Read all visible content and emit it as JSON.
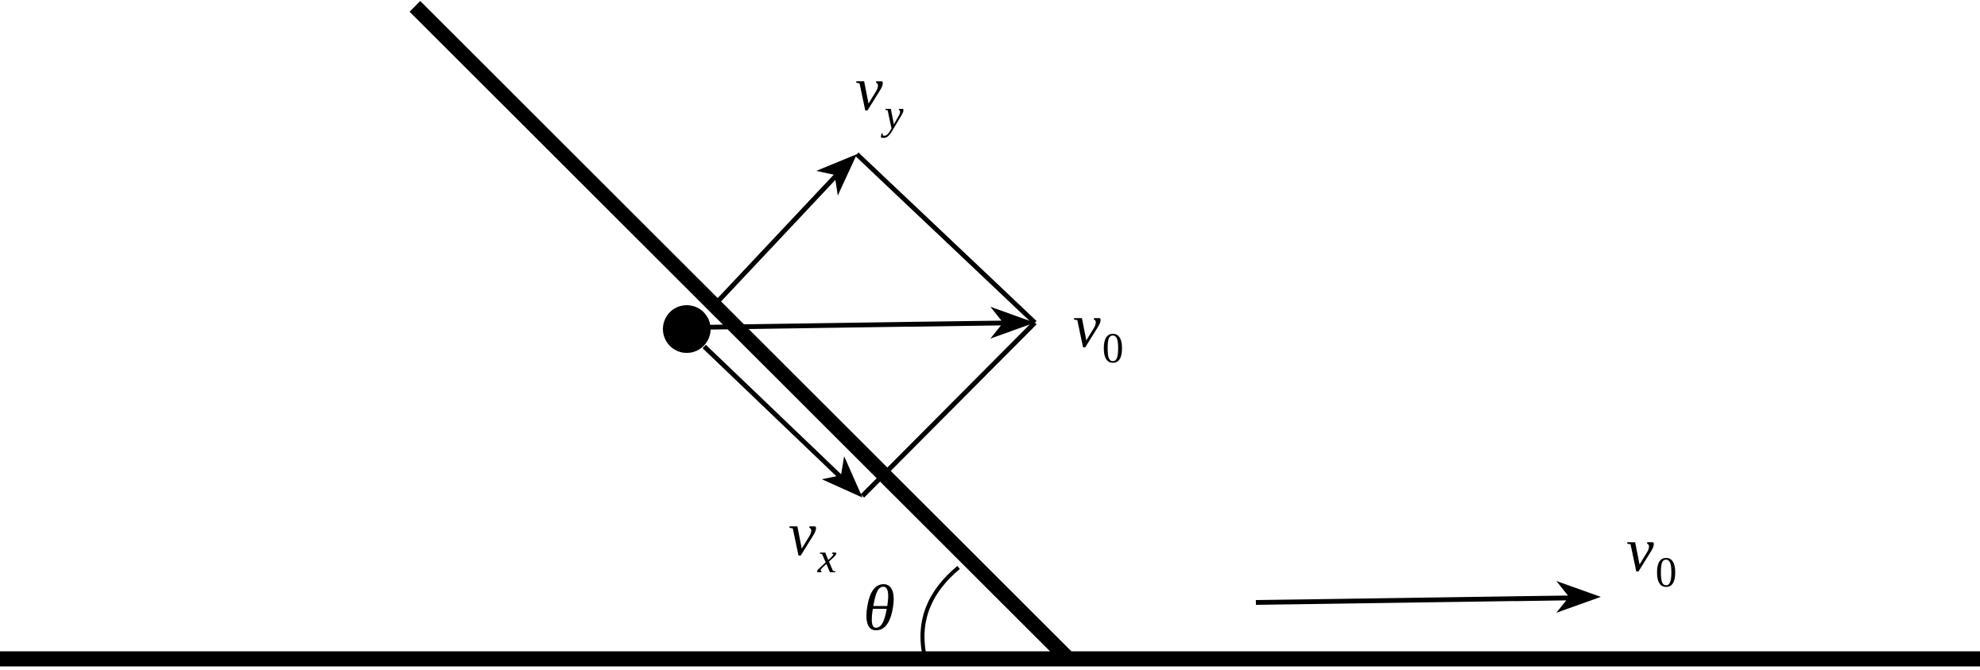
{
  "labels": {
    "v_y": {
      "main": "v",
      "sub": "y"
    },
    "v0_diagonal_tip": {
      "main": "v",
      "sub": "0"
    },
    "v_x": {
      "main": "v",
      "sub": "x"
    },
    "theta": "θ",
    "v0_ground_arrow": {
      "main": "v",
      "sub": "0"
    }
  },
  "colors": {
    "ink": "#000000",
    "background": "#ffffff"
  }
}
